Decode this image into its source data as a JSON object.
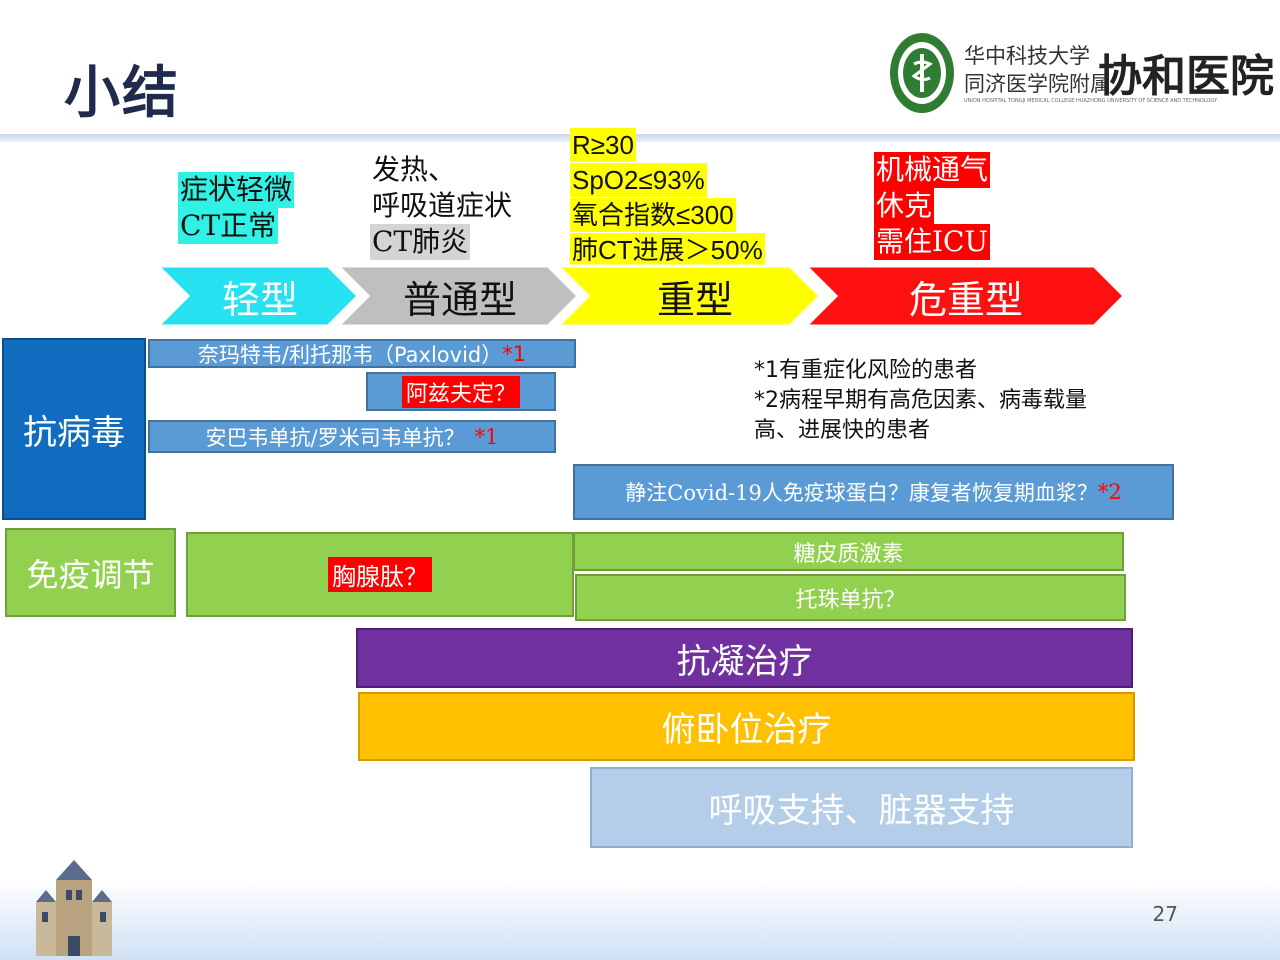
{
  "title": "小结",
  "logo": {
    "school_line1": "华中科技大学",
    "school_line2": "同济医学院附属",
    "hospital_name": "协和医院",
    "english_line": "UNION HOSPITAL TONGJI MEDICAL COLLEGE HUAZHONG UNIVERSITY OF SCIENCE AND TECHNOLOGY"
  },
  "stages": [
    {
      "label": "轻型",
      "criteria": [
        "症状轻微",
        "CT正常"
      ],
      "color": "#26e1f0"
    },
    {
      "label": "普通型",
      "criteria": [
        "发热、",
        "呼吸道症状",
        "CT肺炎"
      ],
      "color": "#bfbfbf"
    },
    {
      "label": "重型",
      "criteria": [
        "R≥30",
        "SpO2≤93%",
        "氧合指数≤300",
        "肺CT进展＞50%"
      ],
      "color": "#ffff00"
    },
    {
      "label": "危重型",
      "criteria": [
        "机械通气",
        "休克",
        "需住ICU"
      ],
      "color": "#ff1010"
    }
  ],
  "antiviral": {
    "label": "抗病毒",
    "paxlovid": "奈玛特韦/利托那韦（Paxlovid）",
    "paxlovid_mark": "*1",
    "azvudine": "阿兹夫定？",
    "antibody": "安巴韦单抗/罗米司韦单抗？",
    "antibody_mark": "*1",
    "ivig": "静注Covid-19人免疫球蛋白？康复者恢复期血浆？",
    "ivig_mark": "*2"
  },
  "notes": [
    "*1有重症化风险的患者",
    "*2病程早期有高危因素、病毒载量",
    "高、进展快的患者"
  ],
  "immune": {
    "label": "免疫调节",
    "thymosin": "胸腺肽？",
    "glucocorticoid": "糖皮质激素",
    "tocilizumab": "托珠单抗？"
  },
  "anticoagulation": "抗凝治疗",
  "prone": "俯卧位治疗",
  "support": "呼吸支持、脏器支持",
  "page_number": "27",
  "colors": {
    "blue": "#5b9bd5",
    "dark_blue": "#0f6cbf",
    "green": "#92d050",
    "purple": "#7030a0",
    "orange": "#ffc000",
    "light_blue": "#b4cde8"
  }
}
